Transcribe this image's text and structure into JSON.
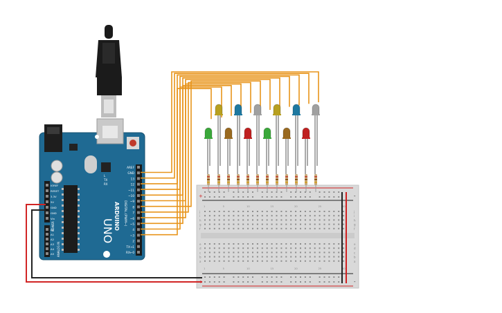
{
  "colors": {
    "board": "#1f6a93",
    "board_edge": "#17506f",
    "breadboard": "#d9d9d9",
    "rail_red": "#d02020",
    "rail_black": "#222222",
    "wire_orange": "#e8941a",
    "wire_red": "#d12424",
    "wire_black": "#222222",
    "resistor_body": "#c8a878"
  },
  "arduino": {
    "logo_text": "ARDUINO",
    "model_text": "UNO",
    "digital_label": "DIGITAL (PWM~)",
    "analog_label": "ANALOG IN",
    "power_label": "POWER",
    "tx_label": "TX",
    "rx_label": "RX",
    "l_label": "L",
    "right_pin_labels": [
      "AREF",
      "GND",
      "13",
      "12",
      "~11",
      "~10",
      "~9",
      "8",
      "7",
      "~6",
      "~5",
      "4",
      "~3",
      "2",
      "TX→1",
      "RX←0"
    ],
    "power_pin_labels": [
      "IOREF",
      "RESET",
      "3.3V",
      "5V",
      "GND",
      "GND",
      "Vin"
    ],
    "analog_pin_labels": [
      "A0",
      "A1",
      "A2",
      "A3",
      "A4",
      "A5"
    ]
  },
  "breadboard": {
    "rail_plus": "+",
    "rail_minus": "-",
    "row_letters_top": [
      "j",
      "i",
      "h",
      "g",
      "f"
    ],
    "row_letters_bottom": [
      "e",
      "d",
      "c",
      "b",
      "a"
    ],
    "column_numbers": [
      "1",
      "5",
      "10",
      "15",
      "20",
      "25",
      "30"
    ]
  },
  "leds": {
    "top_row_colors": [
      "#b8a020",
      "#1e78a0",
      "#a0a0a0",
      "#b8a020",
      "#1e78a0",
      "#a0a0a0"
    ],
    "bottom_row_colors": [
      "#3aa83a",
      "#9a6a20",
      "#c02020",
      "#3aa83a",
      "#9a6a20",
      "#c02020"
    ]
  }
}
